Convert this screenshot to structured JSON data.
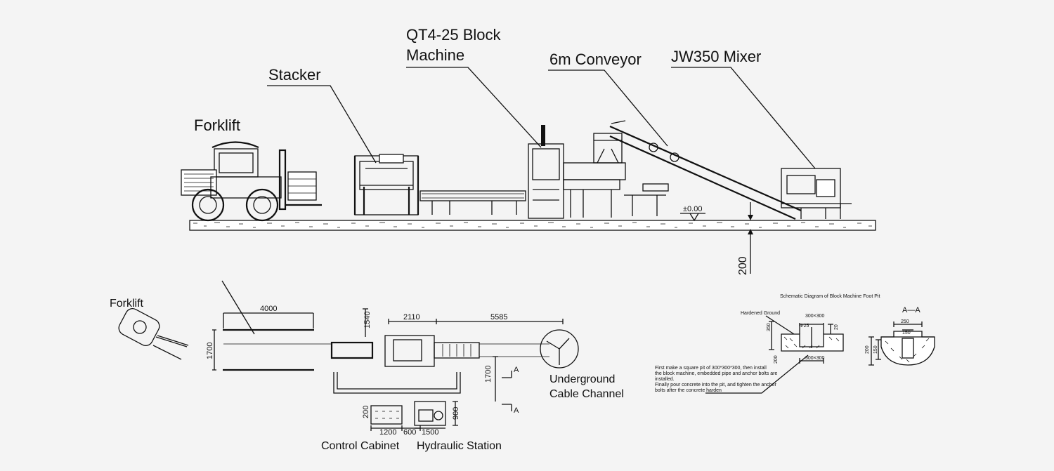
{
  "elevation": {
    "labels": {
      "forklift": "Forklift",
      "stacker": "Stacker",
      "block_machine_line1": "QT4-25 Block",
      "block_machine_line2": "Machine",
      "conveyor": "6m Conveyor",
      "mixer": "JW350 Mixer"
    },
    "level_mark": "±0.00",
    "pit_depth": "200"
  },
  "plan": {
    "forklift_label": "Forklift",
    "dims": {
      "d4000": "4000",
      "d1700_left": "1700",
      "d1540": "1540",
      "d2110": "2110",
      "d5585": "5585",
      "d1700_right": "1700",
      "d200": "200",
      "d1200": "1200",
      "d600": "600",
      "d1500": "1500",
      "d900": "900"
    },
    "section_mark": "A",
    "cable_channel_line1": "Underground",
    "cable_channel_line2": "Cable Channel",
    "control_cabinet": "Control Cabinet",
    "hydraulic_station": "Hydraulic Station"
  },
  "foot_pit": {
    "title": "Schematic Diagram of Block Machine Foot Pit",
    "section_title": "A—A",
    "hardened_ground": "Hardened Ground",
    "dims": {
      "d300x300_top": "300×300",
      "d25": "Φ25",
      "d350": "350",
      "d20": "20",
      "d200": "200",
      "d300x300_bottom": "300×300",
      "d250": "250",
      "d150_top": "150",
      "d200_right": "200",
      "d150_right": "150"
    },
    "note_lines": [
      "First make a square pit of 300*300*300,   then install",
      "the block machine, embedded pipe and anchor bolts are",
      "installed.",
      "Finally pour concrete into the pit, and tighten the anchor",
      "bolts after the concrete harden"
    ]
  }
}
